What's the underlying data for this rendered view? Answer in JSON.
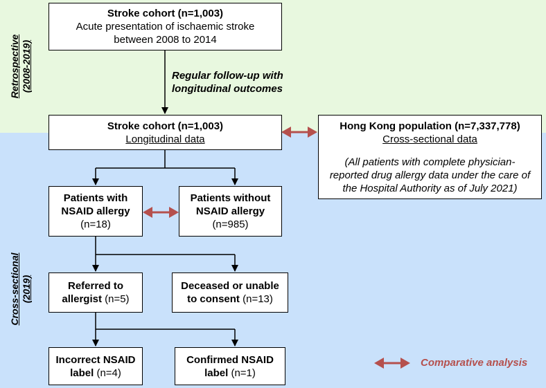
{
  "colors": {
    "retrospective_band": "#e8f8df",
    "cross_sectional_band": "#c9e1fb",
    "comparison_arrow": "#b5504d"
  },
  "phases": {
    "retrospective": {
      "line1": "Retrospective",
      "line2": "(2008-2019)"
    },
    "cross_sectional": {
      "line1": "Cross-sectional",
      "line2": "(2019)"
    }
  },
  "boxes": {
    "cohort_initial": {
      "title": "Stroke cohort (n=1,003)",
      "line2": "Acute presentation of ischaemic stroke",
      "line3": "between 2008 to 2014"
    },
    "followup_note": {
      "line1": "Regular follow-up with",
      "line2": "longitudinal outcomes"
    },
    "cohort_longitudinal": {
      "title": "Stroke cohort (n=1,003)",
      "subtitle": "Longitudinal data"
    },
    "hk_population": {
      "title": "Hong Kong population (n=7,337,778)",
      "subtitle": "Cross-sectional data",
      "note_line1": "(All patients with complete physician-",
      "note_line2": "reported drug allergy data under the care of",
      "note_line3": "the Hospital Authority as of July 2021)"
    },
    "with_allergy": {
      "line1": "Patients with",
      "line2": "NSAID allergy",
      "count": "(n=18)"
    },
    "without_allergy": {
      "line1": "Patients without",
      "line2": "NSAID allergy",
      "count": "(n=985)"
    },
    "referred": {
      "line1": "Referred to",
      "line2_bold": "allergist",
      "line2_count": " (n=5)"
    },
    "deceased": {
      "line1": "Deceased or unable",
      "line2_bold": "to consent",
      "line2_count": " (n=13)"
    },
    "incorrect": {
      "line1": "Incorrect NSAID",
      "line2_bold": "label",
      "line2_count": " (n=4)"
    },
    "confirmed": {
      "line1": "Confirmed NSAID",
      "line2_bold": "label",
      "line2_count": " (n=1)"
    }
  },
  "legend": {
    "label": "Comparative analysis"
  }
}
